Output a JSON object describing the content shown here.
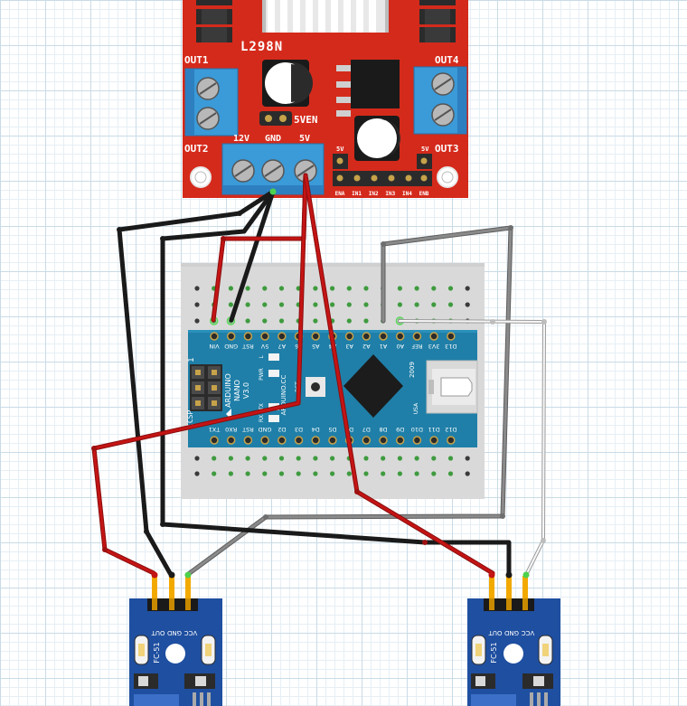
{
  "driver": {
    "model": "L298N",
    "out1": "OUT1",
    "out2": "OUT2",
    "out3": "OUT3",
    "out4": "OUT4",
    "v12": "12V",
    "gnd": "GND",
    "v5": "5V",
    "jumper": "5VEN",
    "hdr5v_left": "5V",
    "hdr5v_right": "5V",
    "pins": [
      "ENA",
      "IN1",
      "IN2",
      "IN3",
      "IN4",
      "ENB"
    ]
  },
  "nano": {
    "top_pins": [
      "VIN",
      "GND",
      "RST",
      "5V",
      "A7",
      "A6",
      "A5",
      "A4",
      "A3",
      "A2",
      "A1",
      "A0",
      "REF",
      "3V3",
      "D13"
    ],
    "bottom_pins": [
      "TX1",
      "RX0",
      "RST",
      "GND",
      "D2",
      "D3",
      "D4",
      "D5",
      "D6",
      "D7",
      "D8",
      "D9",
      "D10",
      "D11",
      "D12"
    ],
    "name": "ARDUINO",
    "subname": "NANO",
    "version": "V3.0",
    "site": "ARDUINO.CC",
    "year": "2009",
    "icsp": "ICSP",
    "icsp_num": "1",
    "rst": "RST",
    "usa": "USA",
    "led_l": "L",
    "led_pwr": "PWR",
    "led_tx": "TX",
    "led_rx": "RX"
  },
  "sensor_left": {
    "model": "FC-51",
    "pins": [
      "OUT",
      "GND",
      "VCC"
    ]
  },
  "sensor_right": {
    "model": "FC-51",
    "pins": [
      "OUT",
      "GND",
      "VCC"
    ]
  },
  "colors": {
    "driver_board": "#d42a1b",
    "terminal_block": "#3b9ad8",
    "nano_board": "#1f7fa8",
    "breadboard": "#d9d9d9",
    "sensor_board": "#1f4fa0",
    "wire_red": "#c41414",
    "wire_black": "#1a1a1a",
    "wire_grey": "#808080",
    "wire_white": "#f2f2f2"
  }
}
